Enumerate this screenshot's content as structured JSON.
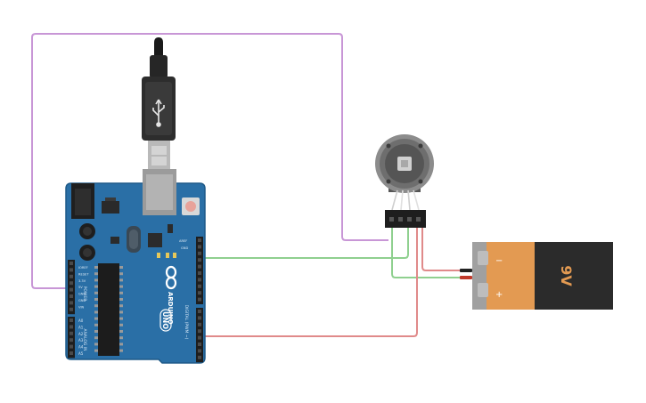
{
  "colors": {
    "background": "#ffffff",
    "board_blue": "#2a6fa6",
    "board_edge": "#1f5a88",
    "wire_purple": "#c896d6",
    "wire_green": "#8fd08f",
    "wire_red": "#e08a8a",
    "battery_orange": "#e39a52",
    "battery_dark": "#2b2b2b",
    "header_black": "#1e1e1e"
  },
  "board": {
    "brand": "ARDUINO",
    "model": "UNO",
    "power_label": "POWER",
    "analog_label": "ANALOG IN",
    "digital_label": "DIGITAL (PWM ~)",
    "aref_label": "AREF",
    "gnd_label": "GND",
    "power_pins": [
      "IOREF",
      "RESET",
      "3.3V",
      "5V",
      "GND",
      "GND",
      "VIN"
    ],
    "analog_pins": [
      "A0",
      "A1",
      "A2",
      "A3",
      "A4",
      "A5"
    ],
    "led_labels": [
      "L",
      "TX",
      "RX"
    ]
  },
  "battery": {
    "label": "9V",
    "plus": "+",
    "minus": "−"
  },
  "components": {
    "usb_cable": "usb-cable",
    "servo": "continuous-servo"
  }
}
